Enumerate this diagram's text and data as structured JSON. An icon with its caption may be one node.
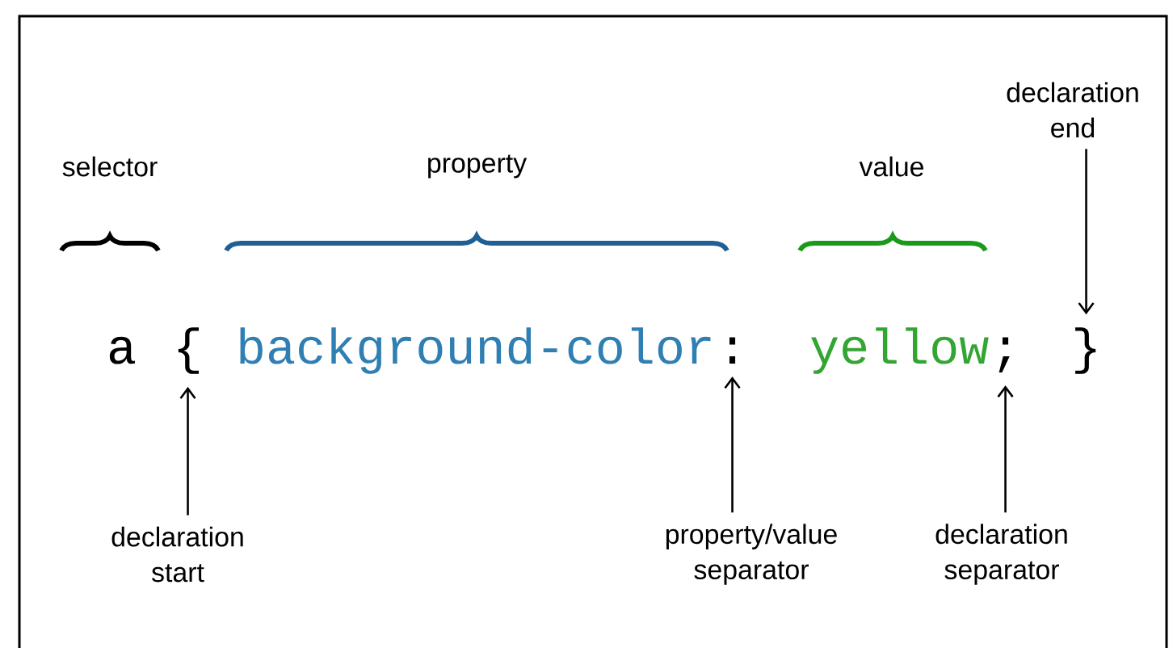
{
  "diagram": {
    "nodes": [
      {
        "text": [
          "a"
        ]
      },
      {
        "text": [
          "{"
        ]
      },
      {
        "text": [
          "background-color"
        ]
      },
      {
        "text": [
          ":"
        ]
      },
      {
        "text": [
          "yellow"
        ]
      },
      {
        "text": [
          ";"
        ]
      },
      {
        "text": [
          "}"
        ]
      },
      {
        "text": [
          "declaration end"
        ]
      },
      {
        "text": [
          "declaration start"
        ]
      },
      {
        "text": [
          "property/value separator"
        ]
      },
      {
        "text": [
          "declaration separator"
        ]
      }
    ],
    "edges": [
      {
        "from": 7,
        "to": 6,
        "arrow": "to"
      },
      {
        "from": 8,
        "to": 1,
        "arrow": "to"
      },
      {
        "from": 9,
        "to": 3,
        "arrow": "to"
      },
      {
        "from": 10,
        "to": 5,
        "arrow": "to"
      }
    ],
    "labels": [
      "selector",
      "property",
      "value"
    ]
  }
}
